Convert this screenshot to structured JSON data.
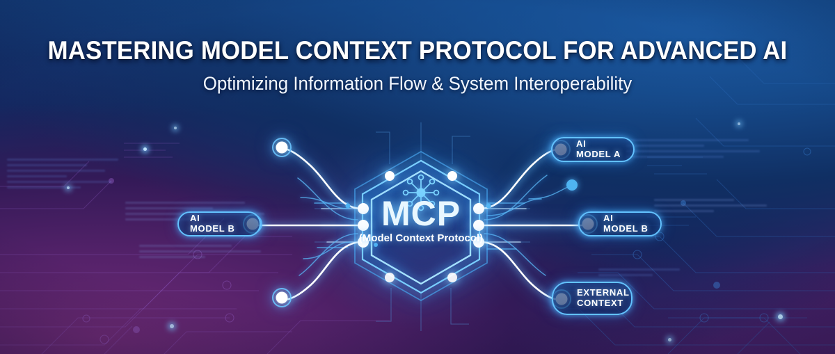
{
  "header": {
    "title": "MASTERING MODEL CONTEXT PROTOCOL FOR ADVANCED AI",
    "subtitle": "Optimizing Information Flow & System Interoperability"
  },
  "hub": {
    "icon": "network-hub-icon",
    "acronym": "MCP",
    "expansion": "(Model Context\nProtocol)",
    "shape": "hexagon"
  },
  "nodes": {
    "right": [
      {
        "label": "AI MODEL A",
        "id": "ai-model-a"
      },
      {
        "label": "AI MODEL B",
        "id": "ai-model-b-right"
      },
      {
        "label": "EXTERNAL\nCONTEXT",
        "id": "external-context"
      }
    ],
    "left": [
      {
        "label": "AI MODEL B",
        "id": "ai-model-b-left"
      }
    ],
    "unlabeled": [
      {
        "id": "endpoint-upper-left"
      },
      {
        "id": "endpoint-lower-left"
      }
    ]
  },
  "colors": {
    "accent_cyan": "#63c2ff",
    "glow_blue": "#4fb4f2",
    "title_white": "#ffffff",
    "bg_blue": "#164b8c",
    "bg_purple": "#55226a",
    "bg_navy": "#11255c"
  }
}
